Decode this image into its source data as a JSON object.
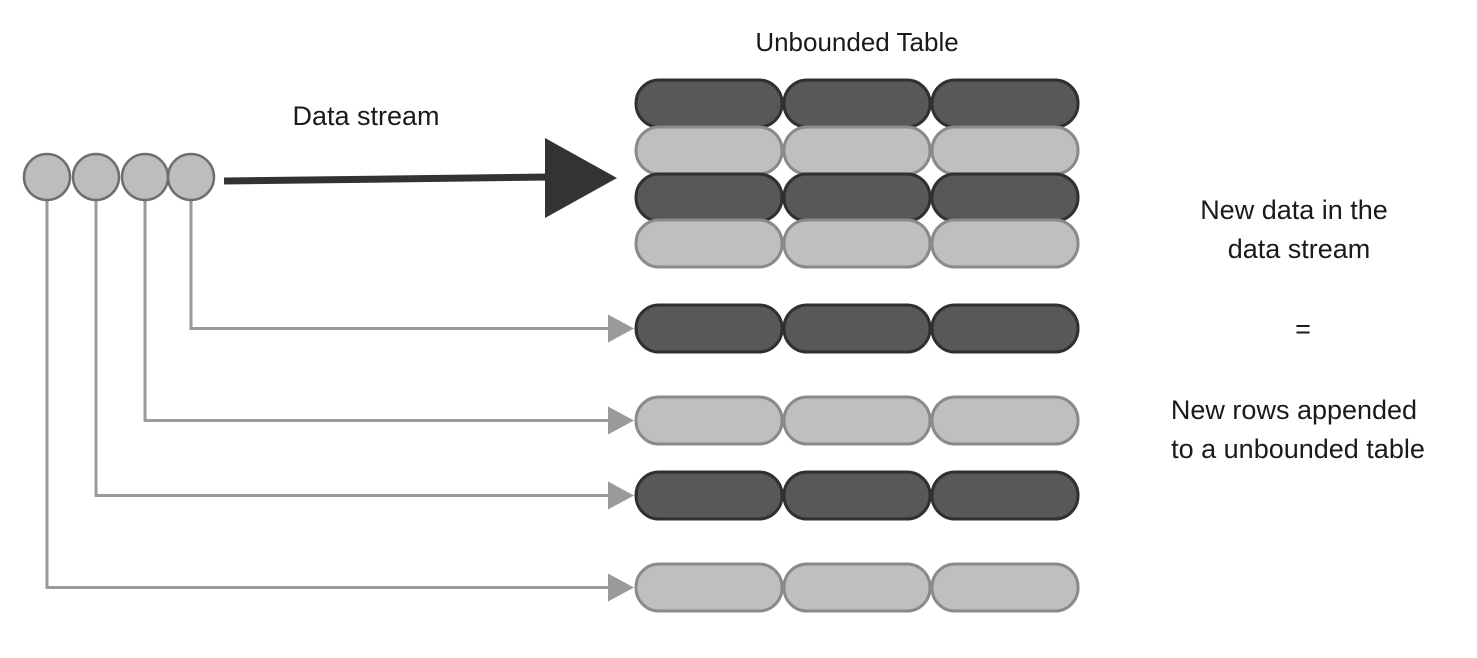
{
  "title": "Unbounded Table",
  "stream_label": "Data stream",
  "explanation": {
    "line1": "New data in the",
    "line2": "data stream",
    "equals": "=",
    "line3": "New rows appended",
    "line4": "to a unbounded table"
  },
  "stream_items": 4,
  "table_rows": [
    "dark",
    "light",
    "dark",
    "light"
  ],
  "appended_rows": [
    "dark",
    "light",
    "dark",
    "light"
  ],
  "columns": 3,
  "colors": {
    "dark_fill": "#58585a",
    "dark_stroke": "#303030",
    "light_fill": "#bfbfc1",
    "light_stroke": "#8a8a8a",
    "circle_fill": "#bdbdbf",
    "circle_stroke": "#6e6e6e",
    "main_arrow": "#333333",
    "connector": "#9a9a9a"
  }
}
